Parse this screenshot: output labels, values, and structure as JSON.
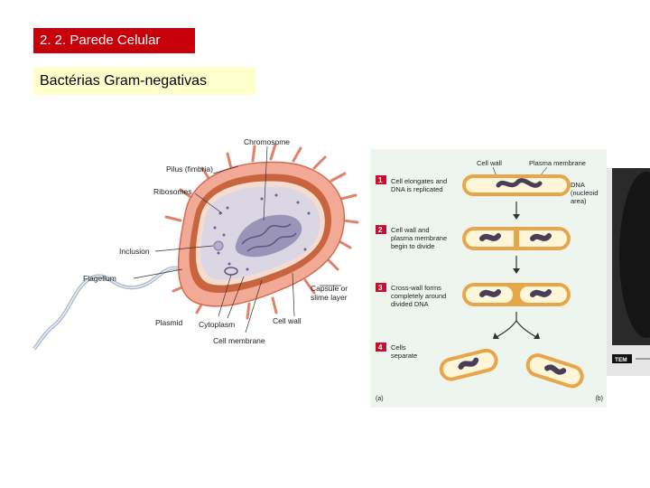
{
  "header": {
    "title": "2. 2. Parede Celular",
    "subtitle": "Bactérias Gram-negativas"
  },
  "cell_diagram": {
    "labels": {
      "chromosome": "Chromosome",
      "pilus": "Pilus (fimbria)",
      "ribosomes": "Ribosomes",
      "inclusion": "Inclusion",
      "flagellum": "Flagellum",
      "capsule": "Capsule or",
      "capsule2": "slime layer",
      "plasmid": "Plasmid",
      "cytoplasm": "Cytoplasm",
      "cell_wall": "Cell wall",
      "cell_membrane": "Cell membrane"
    },
    "colors": {
      "capsule": "#f2a996",
      "wall": "#c8643e",
      "cytoplasm": "#dad6e4",
      "nucleoid": "#9a95b8"
    }
  },
  "division_diagram": {
    "top_labels": {
      "cell_wall": "Cell wall",
      "plasma_membrane": "Plasma membrane"
    },
    "dna_label": [
      "DNA",
      "(nucleoid",
      "area)"
    ],
    "steps": [
      {
        "num": "1",
        "lines": [
          "Cell elongates and",
          "DNA is replicated"
        ]
      },
      {
        "num": "2",
        "lines": [
          "Cell wall and",
          "plasma membrane",
          "begin to divide"
        ]
      },
      {
        "num": "3",
        "lines": [
          "Cross-wall forms",
          "completely around",
          "divided DNA"
        ]
      },
      {
        "num": "4",
        "lines": [
          "Cells",
          "separate"
        ]
      }
    ],
    "panel_a": "(a)",
    "panel_b": "(b)",
    "tem_label": "TEM",
    "colors": {
      "panel_bg": "#eef5ee",
      "cell_fill": "#fdf6d8",
      "cell_ring": "#e8a64a",
      "dna": "#4a3d58",
      "step_badge": "#c8102e"
    }
  }
}
